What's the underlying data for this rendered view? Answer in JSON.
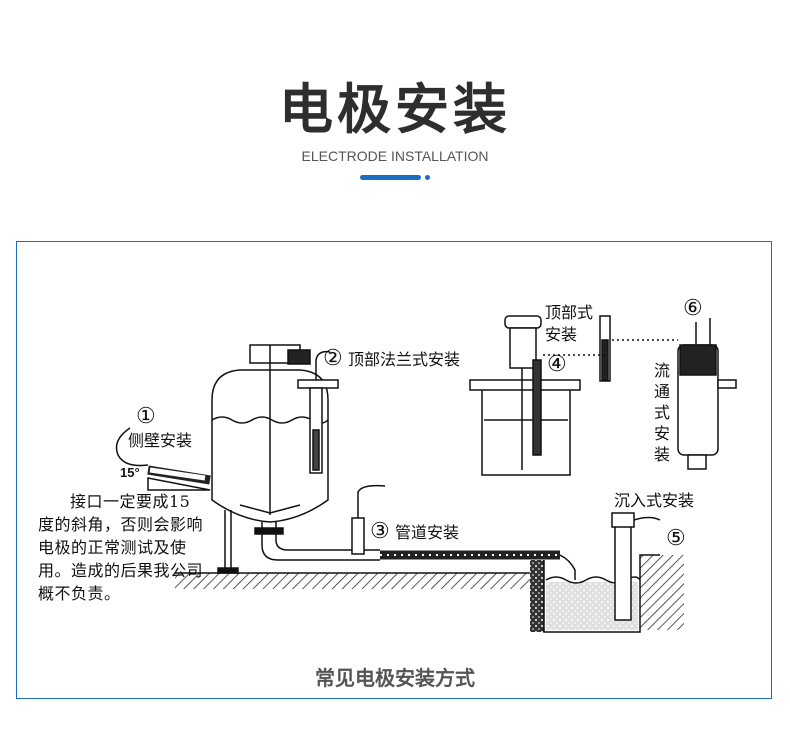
{
  "header": {
    "title": "电极安装",
    "subtitle": "ELECTRODE INSTALLATION",
    "accent_color": "#1a6fc0"
  },
  "diagram": {
    "methods": [
      {
        "number": "①",
        "label": "侧壁安装"
      },
      {
        "number": "②",
        "label": "顶部法兰式安装"
      },
      {
        "number": "③",
        "label": "管道安装"
      },
      {
        "number": "④",
        "label_line1": "顶部式",
        "label_line2": "安装"
      },
      {
        "number": "⑤",
        "label": "沉入式安装"
      },
      {
        "number": "⑥",
        "label": "流通式安装"
      }
    ],
    "angle_label": "15°",
    "note": "接口一定要成15度的斜角，否则会影响电极的正常测试及使用。造成的后果我公司概不负责。",
    "caption": "常见电极安装方式"
  }
}
